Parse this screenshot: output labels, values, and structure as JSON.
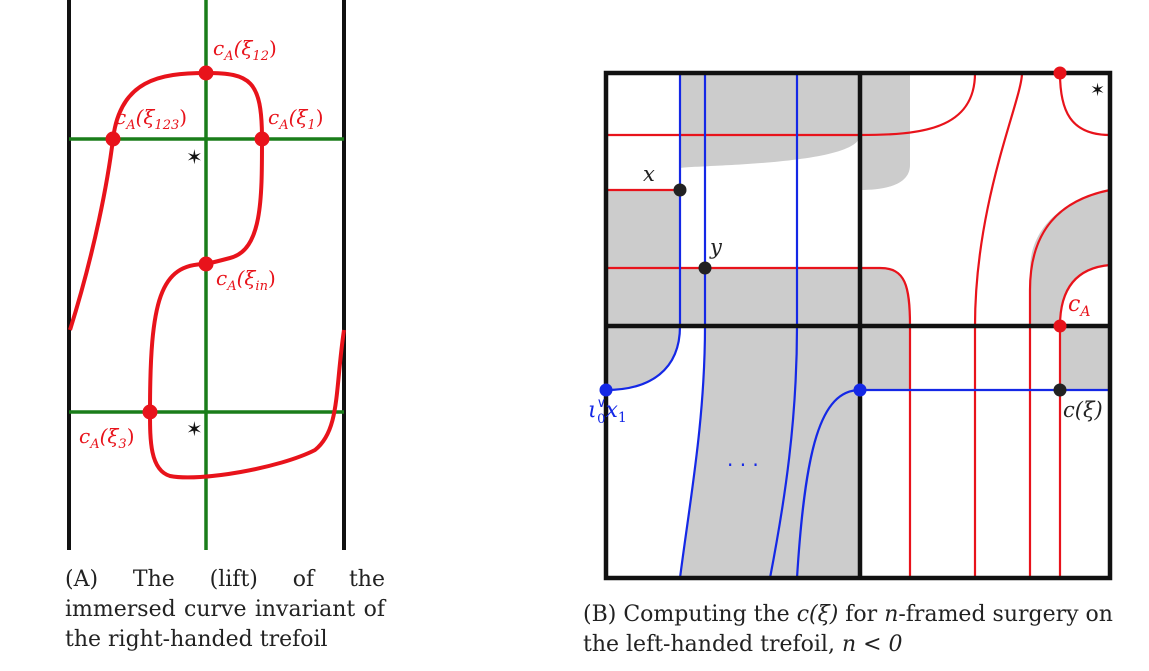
{
  "panel_a": {
    "labels": {
      "xi12": {
        "main": "c",
        "sub": "A",
        "arg": "(ξ",
        "argsub": "12",
        "close": ")"
      },
      "xi123": {
        "main": "c",
        "sub": "A",
        "arg": "(ξ",
        "argsub": "123",
        "close": ")"
      },
      "xi1": {
        "main": "c",
        "sub": "A",
        "arg": "(ξ",
        "argsub": "1",
        "close": ")"
      },
      "xiin": {
        "main": "c",
        "sub": "A",
        "arg": "(ξ",
        "argsub": "in",
        "close": ")"
      },
      "xi3": {
        "main": "c",
        "sub": "A",
        "arg": "(ξ",
        "argsub": "3",
        "close": ")"
      }
    },
    "star": "✶",
    "caption_tag": "(A)",
    "caption_text": "The (lift) of the immersed curve invariant of the right-handed trefoil"
  },
  "panel_b": {
    "labels": {
      "x": "x",
      "y": "y",
      "cA_main": "c",
      "cA_sub": "A",
      "iota": "ι",
      "iota_sub": "0",
      "iota_sup": "∨",
      "iota_x": "x",
      "iota_x_sub": "1",
      "c_xi": "c(ξ)",
      "dots": "· · ·"
    },
    "star": "✶",
    "caption_tag": "(B)",
    "caption_pre": "Computing the ",
    "caption_math1": "c(ξ)",
    "caption_mid1": " for ",
    "caption_math2": "n",
    "caption_mid2": "-framed surgery on the left-handed trefoil, ",
    "caption_math3": "n < 0"
  },
  "colors": {
    "red": "#e8131b",
    "green": "#1a7d1a",
    "blue": "#1428e6",
    "black": "#111111",
    "gray": "#cccccc"
  }
}
